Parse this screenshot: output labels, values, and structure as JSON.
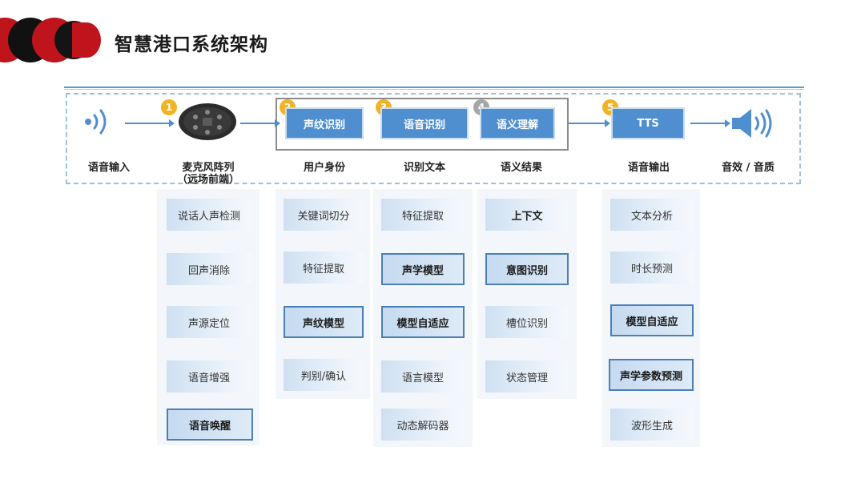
{
  "page": {
    "title": "智慧港口系统架构",
    "accent_colors": {
      "red": "#c0141c",
      "black": "#111111",
      "blue": "#4f8fd0",
      "highlight_border": "#4a7fb8"
    }
  },
  "pipeline": {
    "stages": [
      {
        "label": "语音输入",
        "icon": "sound-wave-icon"
      },
      {
        "label": "麦克风阵列",
        "sublabel": "（远场前端）",
        "badge": "1",
        "icon": "mic-array-board-image"
      },
      {
        "label": "用户身份",
        "badge": "2",
        "module": "声纹识别"
      },
      {
        "label": "识别文本",
        "badge": "3",
        "module": "语音识别"
      },
      {
        "label": "语义结果",
        "badge": "4",
        "module": "语义理解"
      },
      {
        "label": "语音输出",
        "badge": "5",
        "module": "TTS"
      },
      {
        "label": "音效 / 音质",
        "icon": "speaker-icon"
      }
    ]
  },
  "columns": [
    {
      "name": "麦克风阵列",
      "items": [
        {
          "text": "说话人声检测",
          "highlighted": false
        },
        {
          "text": "回声消除",
          "highlighted": false
        },
        {
          "text": "声源定位",
          "highlighted": false
        },
        {
          "text": "语音增强",
          "highlighted": false
        },
        {
          "text": "语音唤醒",
          "highlighted": true
        }
      ]
    },
    {
      "name": "用户身份",
      "items": [
        {
          "text": "关键词切分",
          "highlighted": false
        },
        {
          "text": "特征提取",
          "highlighted": false
        },
        {
          "text": "声纹模型",
          "highlighted": true
        },
        {
          "text": "判别/确认",
          "highlighted": false
        }
      ]
    },
    {
      "name": "识别文本",
      "items": [
        {
          "text": "特征提取",
          "highlighted": false
        },
        {
          "text": "声学模型",
          "highlighted": true
        },
        {
          "text": "模型自适应",
          "highlighted": true
        },
        {
          "text": "语言模型",
          "highlighted": false
        },
        {
          "text": "动态解码器",
          "highlighted": false
        }
      ]
    },
    {
      "name": "语义结果",
      "items": [
        {
          "text": "上下文",
          "highlighted": false,
          "bold": true
        },
        {
          "text": "意图识别",
          "highlighted": true
        },
        {
          "text": "槽位识别",
          "highlighted": false
        },
        {
          "text": "状态管理",
          "highlighted": false
        }
      ]
    },
    {
      "name": "语音输出",
      "items": [
        {
          "text": "文本分析",
          "highlighted": false
        },
        {
          "text": "时长预测",
          "highlighted": false
        },
        {
          "text": "模型自适应",
          "highlighted": true
        },
        {
          "text": "声学参数预测",
          "highlighted": true
        },
        {
          "text": "波形生成",
          "highlighted": false
        }
      ]
    }
  ]
}
